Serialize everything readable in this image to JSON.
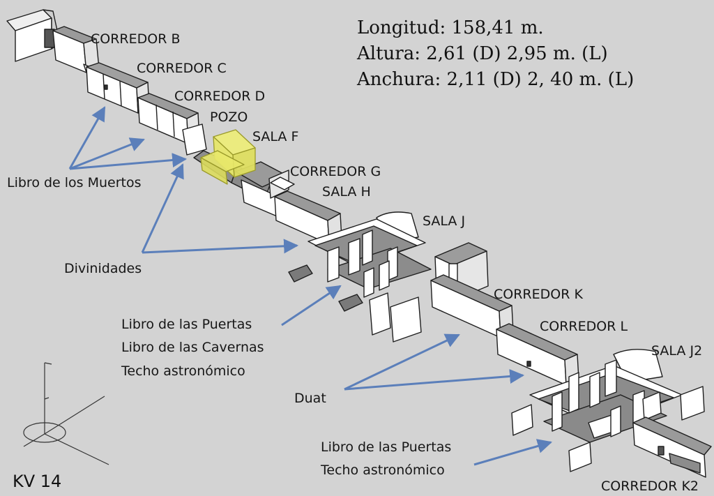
{
  "tomb": "KV 14",
  "stats": {
    "length": "Longitud: 158,41 m.",
    "height": "Altura: 2,61 (D) 2,95 m. (L)",
    "width": "Anchura: 2,11 (D) 2, 40 m. (L)"
  },
  "rooms": {
    "corredor_b": "CORREDOR B",
    "corredor_c": "CORREDOR C",
    "corredor_d": "CORREDOR D",
    "pozo": "POZO",
    "sala_f": "SALA F",
    "corredor_g": "CORREDOR G",
    "sala_h": "SALA H",
    "sala_j": "SALA J",
    "corredor_k": "CORREDOR K",
    "corredor_l": "CORREDOR L",
    "sala_j2": "SALA J2",
    "corredor_k2": "CORREDOR K2"
  },
  "decorations": {
    "libro_muertos": "Libro de los Muertos",
    "divinidades": "Divinidades",
    "puertas_1": "Libro de las Puertas",
    "cavernas": "Libro de las Cavernas",
    "techo_1": "Techo astronómico",
    "duat": "Duat",
    "puertas_2": "Libro de las Puertas",
    "techo_2": "Techo astronómico"
  },
  "colors": {
    "background": "#d3d3d3",
    "arrow": "#5b7fba",
    "highlight": "#e8e86a",
    "wall": "#ffffff",
    "floor": "#8c8c8c",
    "outline": "#1e1e1e"
  }
}
